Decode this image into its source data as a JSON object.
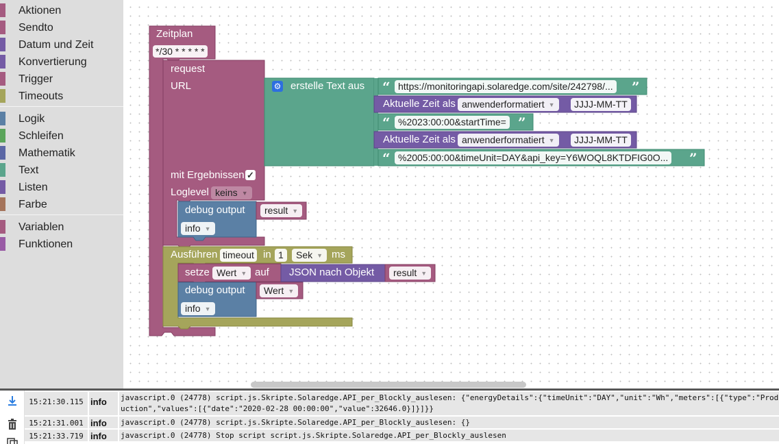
{
  "toolbox": {
    "items": [
      {
        "label": "Aktionen",
        "color": "#a55b80"
      },
      {
        "label": "Sendto",
        "color": "#a55b80"
      },
      {
        "label": "Datum und Zeit",
        "color": "#745ba5"
      },
      {
        "label": "Konvertierung",
        "color": "#745ba5"
      },
      {
        "label": "Trigger",
        "color": "#a55b80"
      },
      {
        "label": "Timeouts",
        "color": "#a5a55b"
      },
      {
        "label": "Logik",
        "color": "#5b80a5"
      },
      {
        "label": "Schleifen",
        "color": "#5ba55b"
      },
      {
        "label": "Mathematik",
        "color": "#5b67a5"
      },
      {
        "label": "Text",
        "color": "#5ba58c"
      },
      {
        "label": "Listen",
        "color": "#745ba5"
      },
      {
        "label": "Farbe",
        "color": "#a5745b"
      },
      {
        "label": "Variablen",
        "color": "#a55b80"
      },
      {
        "label": "Funktionen",
        "color": "#995ba5"
      }
    ]
  },
  "colors": {
    "schedule": "#a55b80",
    "text": "#5ba58c",
    "date": "#745ba5",
    "logic": "#5b80a5",
    "timeout": "#a5a55b",
    "variable": "#a55b80"
  },
  "blocks": {
    "schedule": {
      "title": "Zeitplan",
      "cron": "*/30 * * * * *"
    },
    "request": {
      "title": "request",
      "url_label": "URL",
      "with_results_label": "mit Ergebnissen",
      "with_results_mark": "✓",
      "loglevel_label": "Loglevel",
      "loglevel_value": "keins"
    },
    "join": {
      "title": "erstelle Text aus",
      "gear_icon": "gear-icon",
      "items": [
        {
          "type": "text",
          "value": "https://monitoringapi.solaredge.com/site/242798/..."
        },
        {
          "type": "date",
          "label": "Aktuelle Zeit als",
          "format": "anwenderformatiert",
          "pattern": "JJJJ-MM-TT"
        },
        {
          "type": "text",
          "value": "%2023:00:00&startTime="
        },
        {
          "type": "date",
          "label": "Aktuelle Zeit als",
          "format": "anwenderformatiert",
          "pattern": "JJJJ-MM-TT"
        },
        {
          "type": "text",
          "value": "%2005:00:00&timeUnit=DAY&api_key=Y6WOQL8KTDFIG0O..."
        }
      ]
    },
    "debug1": {
      "title": "debug output",
      "var": "result",
      "level": "info"
    },
    "timeout": {
      "title": "Ausführen",
      "name": "timeout",
      "in_label": "in",
      "amount": "1",
      "unit": "Sek",
      "ms_label": "ms"
    },
    "set": {
      "title": "setze",
      "var": "Wert",
      "to_label": "auf",
      "func": "JSON nach Objekt",
      "arg": "result"
    },
    "debug2": {
      "title": "debug output",
      "var": "Wert",
      "level": "info"
    }
  },
  "log": {
    "rows": [
      {
        "time": "15:21:30.115",
        "level": "info",
        "message": "javascript.0 (24778) script.js.Skripte.Solaredge.API_per_Blockly_auslesen: {\"energyDetails\":{\"timeUnit\":\"DAY\",\"unit\":\"Wh\",\"meters\":[{\"type\":\"Production\",\"values\":[{\"date\":\"2020-02-28 00:00:00\",\"value\":32646.0}]}]}}"
      },
      {
        "time": "15:21:31.001",
        "level": "info",
        "message": "javascript.0 (24778) script.js.Skripte.Solaredge.API_per_Blockly_auslesen: {}"
      },
      {
        "time": "15:21:33.719",
        "level": "info",
        "message": "javascript.0 (24778) Stop script script.js.Skripte.Solaredge.API_per_Blockly_auslesen"
      }
    ],
    "tool_icons": [
      "scroll-down-icon",
      "trash-icon",
      "copy-icon"
    ]
  }
}
